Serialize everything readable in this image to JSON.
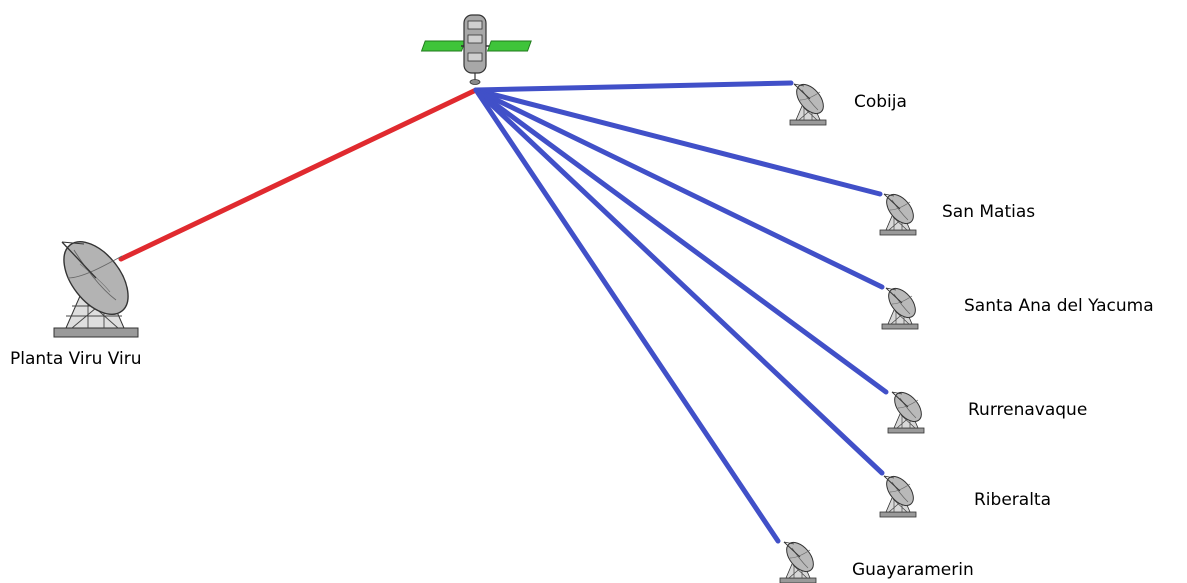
{
  "colors": {
    "uplink": "#e02a2f",
    "downlink": "#4150c8",
    "background": "#ffffff",
    "panel": "#3fc43a"
  },
  "satellite": {
    "icon": "satellite-icon"
  },
  "hub": {
    "label": "Planta Viru Viru",
    "icon": "satellite-dish-icon"
  },
  "stations": [
    {
      "label": "Cobija",
      "icon": "satellite-dish-icon"
    },
    {
      "label": "San Matias",
      "icon": "satellite-dish-icon"
    },
    {
      "label": "Santa Ana del Yacuma",
      "icon": "satellite-dish-icon"
    },
    {
      "label": "Rurrenavaque",
      "icon": "satellite-dish-icon"
    },
    {
      "label": "Riberalta",
      "icon": "satellite-dish-icon"
    },
    {
      "label": "Guayaramerin",
      "icon": "satellite-dish-icon"
    }
  ]
}
